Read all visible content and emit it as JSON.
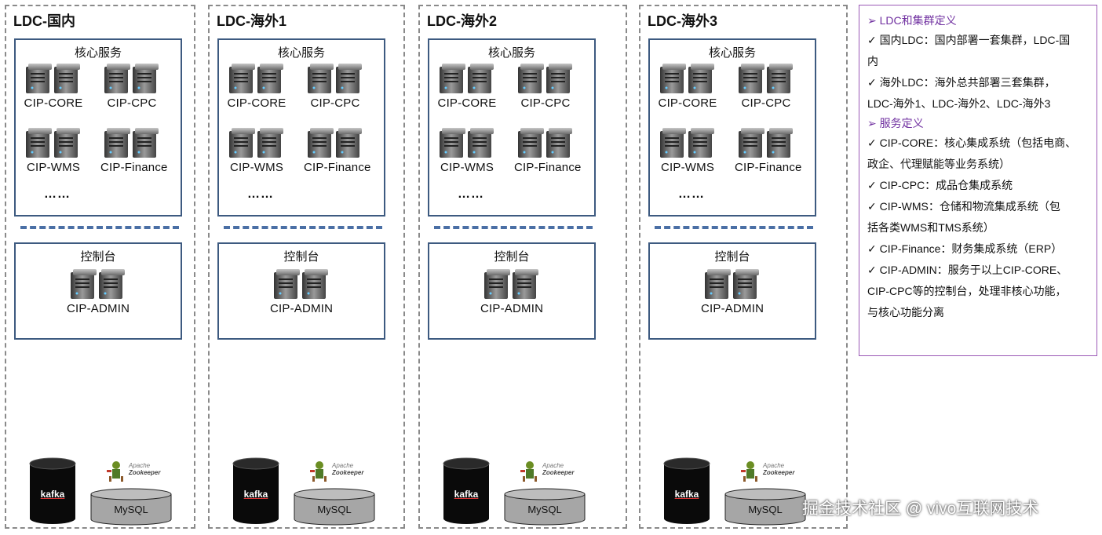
{
  "ldcs": [
    {
      "title": "LDC-国内"
    },
    {
      "title": "LDC-海外1"
    },
    {
      "title": "LDC-海外2"
    },
    {
      "title": "LDC-海外3"
    }
  ],
  "core_box": {
    "title": "核心服务",
    "services": [
      "CIP-CORE",
      "CIP-CPC",
      "CIP-WMS",
      "CIP-Finance"
    ],
    "more": "……"
  },
  "console_box": {
    "title": "控制台",
    "service": "CIP-ADMIN"
  },
  "infra": {
    "kafka": "kafka",
    "zookeeper_line1": "Apache",
    "zookeeper_line2": "Zookeeper",
    "mysql": "MySQL"
  },
  "legend": {
    "lines": [
      "➢  LDC和集群定义",
      "✓  国内LDC：国内部署一套集群，LDC-国",
      "     内",
      "✓  海外LDC：海外总共部署三套集群，",
      "     LDC-海外1、LDC-海外2、LDC-海外3",
      "➢  服务定义",
      "✓  CIP-CORE：核心集成系统（包括电商、",
      "     政企、代理赋能等业务系统）",
      "✓  CIP-CPC：成品仓集成系统",
      "✓  CIP-WMS：仓储和物流集成系统（包",
      "     括各类WMS和TMS系统）",
      "✓  CIP-Finance：财务集成系统（ERP）",
      "✓  CIP-ADMIN：服务于以上CIP-CORE、",
      "     CIP-CPC等的控制台，处理非核心功能，",
      "     与核心功能分离"
    ],
    "heading_indices": [
      0,
      5
    ],
    "heading_color": "#7030a0"
  },
  "watermark": "掘金技术社区 @ vivo互联网技术"
}
